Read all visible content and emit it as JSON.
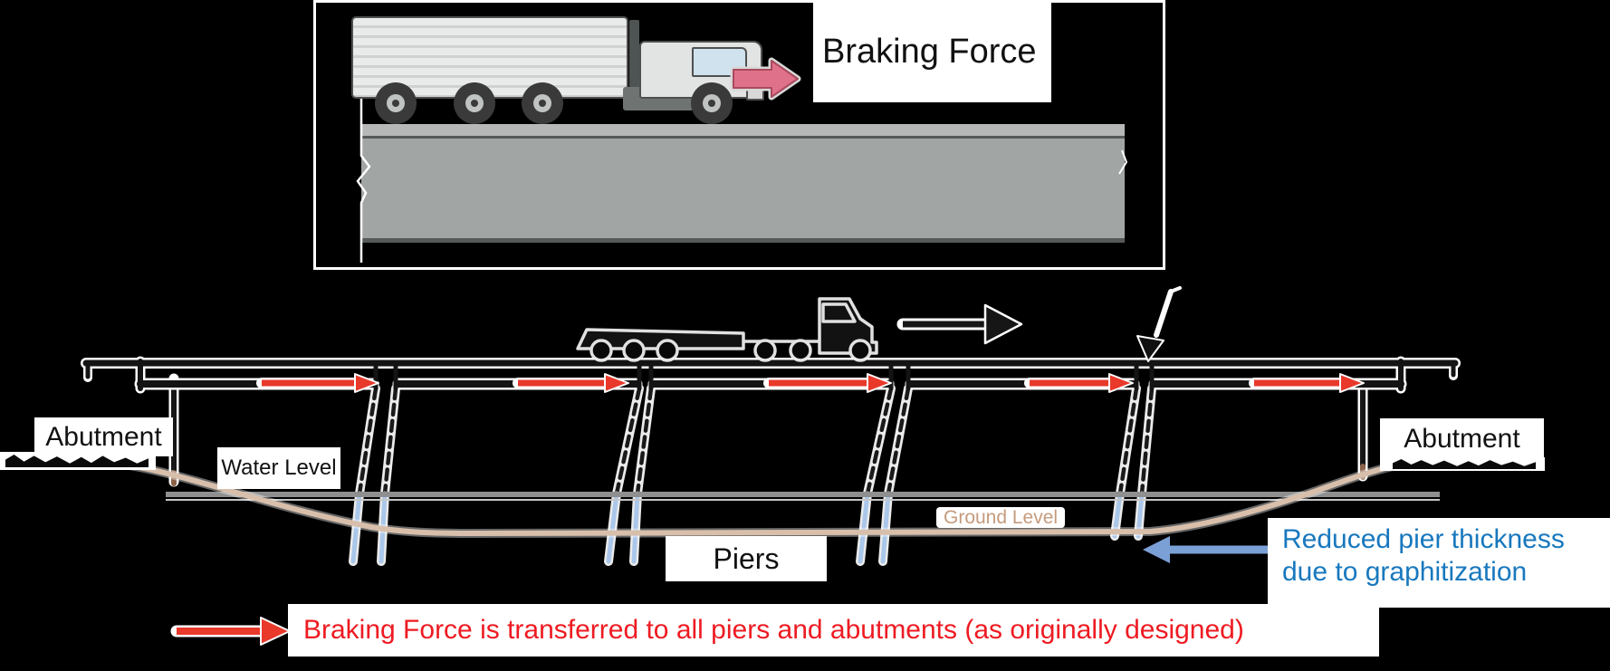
{
  "top_panel": {
    "braking_force_label": "Braking Force"
  },
  "bridge": {
    "abutment_left": "Abutment",
    "abutment_right": "Abutment",
    "water_level": "Water Level",
    "ground_level": "Ground Level",
    "piers": "Piers"
  },
  "annotations": {
    "reduced_pier_line1": "Reduced pier thickness",
    "reduced_pier_line2": "due to graphitization",
    "caption": "Braking Force is transferred to all piers and abutments (as originally designed)"
  },
  "icons": {
    "braking-force-arrow-icon": "pink right arrow",
    "direction-arrow-icon": "black right arrow",
    "force-transfer-arrow-icon": "red right arrow",
    "joint-down-arrow-icon": "white arrow pointing down at deck joint",
    "reduced-pier-arrow-icon": "blue left arrow",
    "caption-arrow-icon": "red right arrow"
  },
  "colors": {
    "background": "#000000",
    "force_red": "#e8392b",
    "caption_red": "#ee1b22",
    "note_blue": "#1878be",
    "arrow_blue": "#7ba0d6",
    "pier_blue": "#aac7ea",
    "ground_tan": "#d8bfab",
    "water_gray": "#8f8f8f",
    "braking_pink": "#e0718a",
    "deck_gray": "#a1a5a4"
  }
}
